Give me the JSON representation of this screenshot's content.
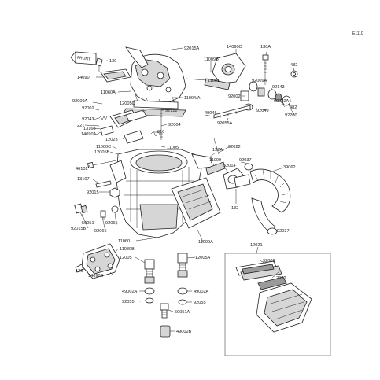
{
  "ref_code": "E1110",
  "front_badge": "FRONT",
  "labels": {
    "p130_top": "130",
    "p130_right": "130A",
    "p130_bottom": "130",
    "p14090": "14090",
    "p14090a": "14090A",
    "p14090b": "14090B",
    "p14090c": "14090C",
    "p92015a": "92015A",
    "p11009b": "11009B",
    "p482_top": "482",
    "p482_mid": "482",
    "p11001": "11001",
    "p92009a": "92009A",
    "p92143": "92143",
    "p11060a": "11060A",
    "p11004a": "11004/A",
    "p92002_top": "92002",
    "p92200": "92200",
    "p92022a": "92022A",
    "p92049": "92049",
    "p92009a_left": "92009A",
    "p12005c": "12005C",
    "p92122": "92122",
    "p49046": "49046",
    "p92002_left": "92002",
    "p92043": "92043",
    "p92004": "92004",
    "p92055a": "92055A",
    "p221": "221",
    "p13168": "13168",
    "p610": "610",
    "p12023": "12023",
    "p11005": "11005",
    "p92022": "92022",
    "p11060c": "11060C",
    "p12005b": "12005B",
    "p132a": "132A",
    "p11009": "11009",
    "p92037_top": "92037",
    "p52014": "52014",
    "p39062": "39062",
    "p46102": "46102",
    "p13107": "13107",
    "p92015": "92015",
    "p132": "132",
    "p59051": "59051",
    "p92065": "92065",
    "p92015b": "92015B",
    "p92066": "92066",
    "p11009a": "11009A",
    "p92037_bottom": "92037",
    "p12021": "12021",
    "p11060": "11060",
    "p11080b": "11080B",
    "p12005a": "12005A",
    "p12005": "12005",
    "p92009": "92009",
    "p12022": "12022",
    "p49002a_left": "49002A",
    "p49002a_right": "49002A",
    "p92055_left": "92055",
    "p92055_right": "92055",
    "p59051a": "59051A",
    "p49002b": "49002B"
  }
}
